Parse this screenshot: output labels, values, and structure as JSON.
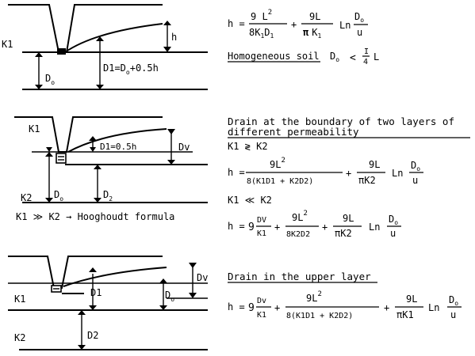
{
  "diagram1": {
    "k1": "K1",
    "h": "h",
    "d0": "D",
    "d0_sub": "o",
    "d1eq_a": "D1=D",
    "d1eq_sub": "o",
    "d1eq_b": "+0.5h"
  },
  "eq1": {
    "h": "h =",
    "t1_num_a": "9 L",
    "t1_num_sup": "2",
    "t1_den_a": "8K",
    "t1_den_sub1": "1",
    "t1_den_b": "D",
    "t1_den_sub2": "1",
    "plus": "+",
    "t2_num": "9L",
    "t2_den_pi": "π",
    "t2_den_k": "K",
    "t2_den_sub": "1",
    "ln": "Ln",
    "ln_num_a": "D",
    "ln_num_sub": "o",
    "ln_den": "u",
    "cond_text": "Homogeneous soil",
    "cond_d": "D",
    "cond_sub": "o",
    "cond_lt": "<",
    "cond_frac_num": "I",
    "cond_frac_den": "4",
    "cond_l": "L"
  },
  "diagram2": {
    "k1": "K1",
    "k2": "K2",
    "d1": "D1=0.5h",
    "dv": "Dv",
    "d0": "D",
    "d0_sub": "o",
    "d2": "D",
    "d2_sub": "2",
    "caption": "K1 ≫ K2 → Hooghoudt formula"
  },
  "eq2": {
    "heading_line1": "Drain at the boundary of two layers of",
    "heading_line2": "different permeability",
    "cond1": "K1 ≷ K2",
    "h": "h =",
    "a_num_a": "9L",
    "a_num_sup": "2",
    "a_den": "8(K1D1 + K2D2)",
    "plus": "+",
    "b_num": "9L",
    "b_den": "πK2",
    "ln": "Ln",
    "ln_num_a": "D",
    "ln_num_sub": "o",
    "ln_den": "u",
    "cond2": "K1 ≪ K2",
    "h2": "h =",
    "c_pre": "9",
    "c_num": "DV",
    "c_den": "K1",
    "d_num_a": "9L",
    "d_num_sup": "2",
    "d_den": "8K2D2",
    "e_num": "9L",
    "e_den": "πK2",
    "ln2": "Ln",
    "ln2_num_a": "D",
    "ln2_num_sub": "o",
    "ln2_den": "u"
  },
  "diagram3": {
    "k1": "K1",
    "k2": "K2",
    "d1": "D1",
    "dv": "Dv",
    "d0": "D",
    "d0_sub": "o",
    "d2": "D2"
  },
  "eq3": {
    "heading": "Drain in the upper layer",
    "h": "h =",
    "a_pre": "9",
    "a_num": "Dv",
    "a_den": "K1",
    "plus": "+",
    "b_num_a": "9L",
    "b_num_sup": "2",
    "b_den": "8(K1D1 + K2D2)",
    "c_num": "9L",
    "c_den": "πK1",
    "ln": "Ln",
    "ln_num_a": "D",
    "ln_num_sub": "o",
    "ln_den": "u"
  }
}
